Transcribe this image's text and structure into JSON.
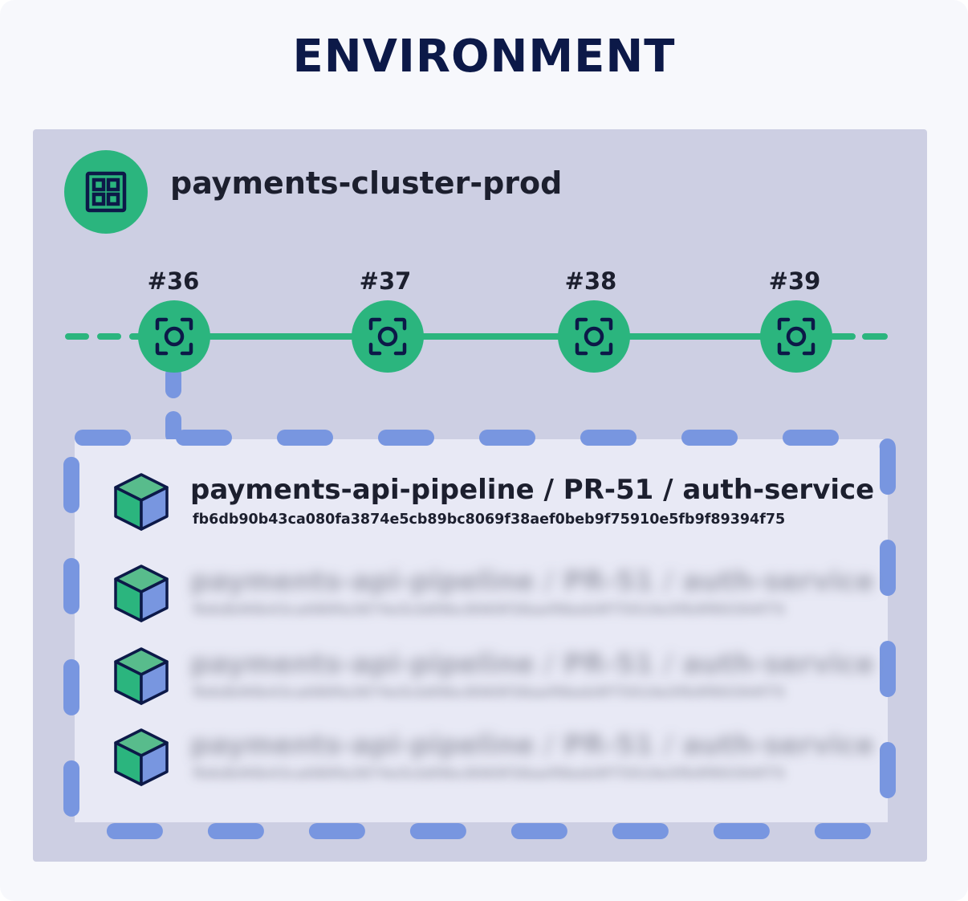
{
  "environment": {
    "title": "ENVIRONMENT"
  },
  "cluster": {
    "name": "payments-cluster-prod",
    "icon": "grid-building-icon"
  },
  "deployments": [
    {
      "label": "#36",
      "icon": "focus-target-icon"
    },
    {
      "label": "#37",
      "icon": "focus-target-icon"
    },
    {
      "label": "#38",
      "icon": "focus-target-icon"
    },
    {
      "label": "#39",
      "icon": "focus-target-icon"
    }
  ],
  "artifacts": [
    {
      "title": "payments-api-pipeline / PR-51 / auth-service",
      "hash": "fb6db90b43ca080fa3874e5cb89bc8069f38aef0beb9f75910e5fb9f89394f75",
      "blurred": false
    },
    {
      "title": "payments-api-pipeline / PR-51 / auth-service",
      "hash": "fb6db90b43ca080fa3874e5cb89bc8069f38aef0beb9f75910e5fb9f89394f75",
      "blurred": true
    },
    {
      "title": "payments-api-pipeline / PR-51 / auth-service",
      "hash": "fb6db90b43ca080fa3874e5cb89bc8069f38aef0beb9f75910e5fb9f89394f75",
      "blurred": true
    },
    {
      "title": "payments-api-pipeline / PR-51 / auth-service",
      "hash": "fb6db90b43ca080fa3874e5cb89bc8069f38aef0beb9f75910e5fb9f89394f75",
      "blurred": true
    }
  ],
  "colors": {
    "title": "#0c1948",
    "panel": "#cdcfe3",
    "node_green": "#2bb57e",
    "dashed_blue": "#7896e0",
    "detail_bg": "#e8e9f5",
    "icon_stroke": "#0c1948"
  }
}
